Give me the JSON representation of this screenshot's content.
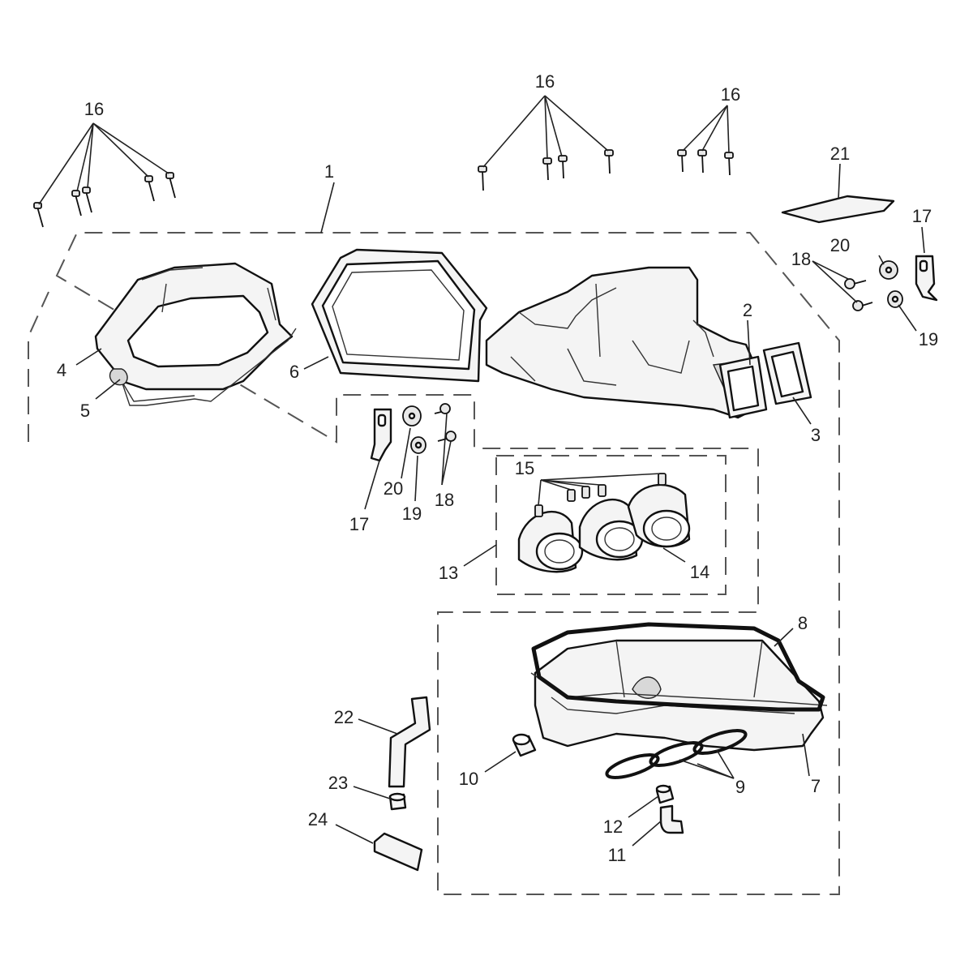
{
  "diagram": {
    "callouts": [
      {
        "id": "c1",
        "text": "1"
      },
      {
        "id": "c2",
        "text": "2"
      },
      {
        "id": "c3",
        "text": "3"
      },
      {
        "id": "c4",
        "text": "4"
      },
      {
        "id": "c5",
        "text": "5"
      },
      {
        "id": "c6",
        "text": "6"
      },
      {
        "id": "c7",
        "text": "7"
      },
      {
        "id": "c8",
        "text": "8"
      },
      {
        "id": "c9",
        "text": "9"
      },
      {
        "id": "c10",
        "text": "10"
      },
      {
        "id": "c11",
        "text": "11"
      },
      {
        "id": "c12",
        "text": "12"
      },
      {
        "id": "c13",
        "text": "13"
      },
      {
        "id": "c14",
        "text": "14"
      },
      {
        "id": "c15",
        "text": "15"
      },
      {
        "id": "c16a",
        "text": "16"
      },
      {
        "id": "c16b",
        "text": "16"
      },
      {
        "id": "c16c",
        "text": "16"
      },
      {
        "id": "c17a",
        "text": "17"
      },
      {
        "id": "c17b",
        "text": "17"
      },
      {
        "id": "c18a",
        "text": "18"
      },
      {
        "id": "c18b",
        "text": "18"
      },
      {
        "id": "c19a",
        "text": "19"
      },
      {
        "id": "c19b",
        "text": "19"
      },
      {
        "id": "c20a",
        "text": "20"
      },
      {
        "id": "c20b",
        "text": "20"
      },
      {
        "id": "c21",
        "text": "21"
      },
      {
        "id": "c22",
        "text": "22"
      },
      {
        "id": "c23",
        "text": "23"
      },
      {
        "id": "c24",
        "text": "24"
      }
    ]
  }
}
